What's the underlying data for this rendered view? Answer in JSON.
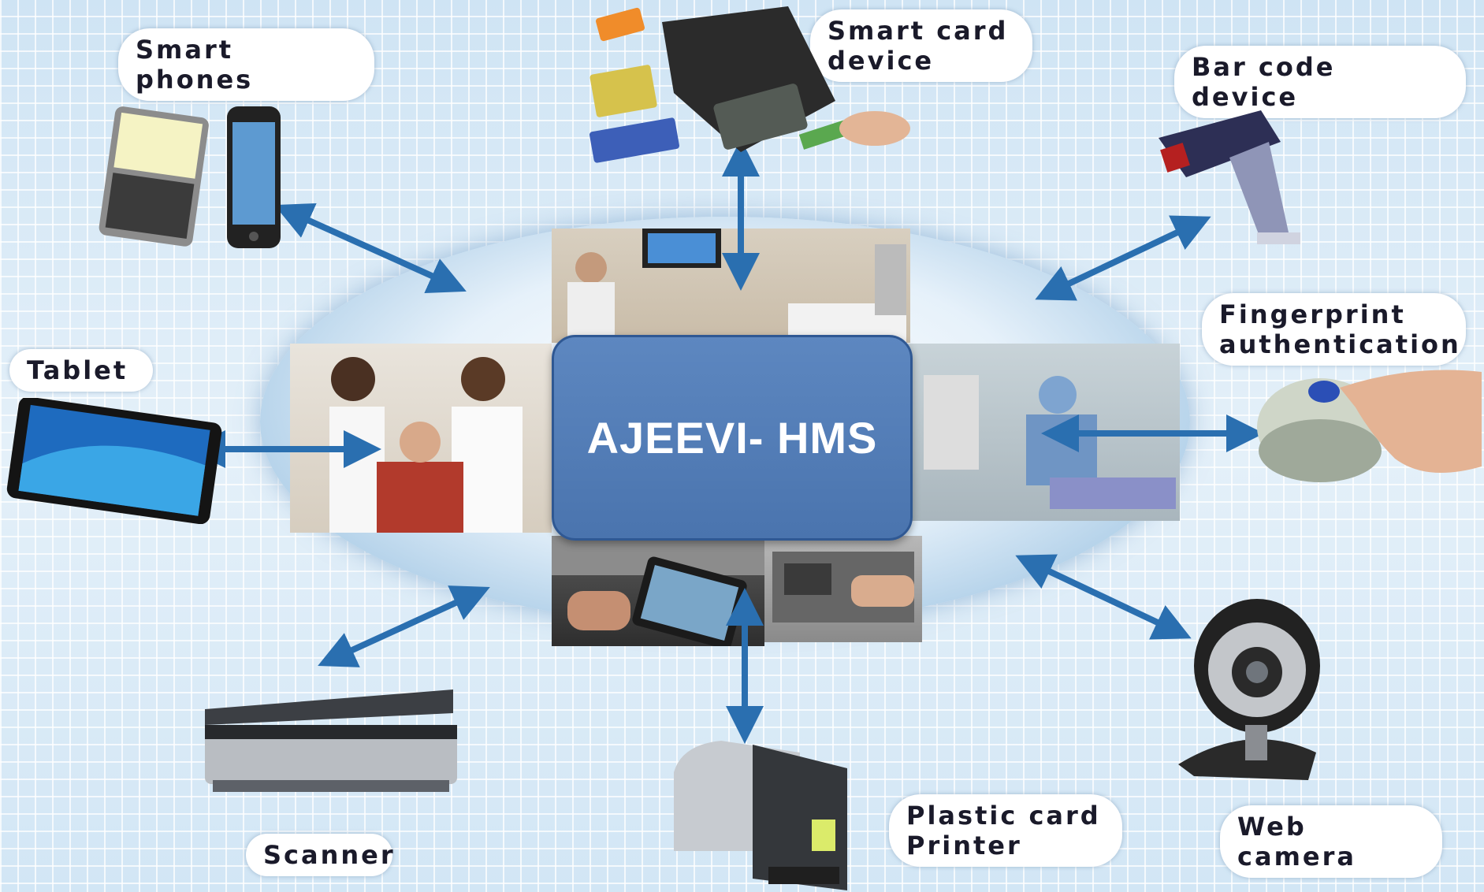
{
  "center": {
    "title": "AJEEVI- HMS"
  },
  "devices": {
    "smart_phones": "Smart phones",
    "smart_card": "Smart card\ndevice",
    "bar_code": "Bar code device",
    "tablet": "Tablet",
    "fingerprint": "Fingerprint\nauthentication",
    "scanner": "Scanner",
    "plastic_card_printer": "Plastic card\nPrinter",
    "web_camera": "Web camera"
  },
  "colors": {
    "center_fill": "#4f78b2",
    "arrow": "#2a6fb0",
    "background": "#dcecf7"
  },
  "icons": [
    "smartphone-icon",
    "smart-card-reader-icon",
    "barcode-scanner-icon",
    "tablet-icon",
    "fingerprint-scanner-icon",
    "flatbed-scanner-icon",
    "card-printer-icon",
    "webcam-icon"
  ]
}
